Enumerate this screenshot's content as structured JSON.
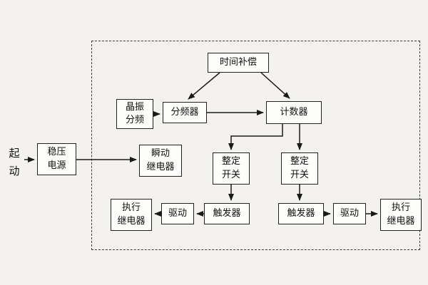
{
  "start_label": {
    "line1": "起",
    "line2": "动"
  },
  "nodes": {
    "power": {
      "line1": "稳压",
      "line2": "电源"
    },
    "time_comp": {
      "label": "时间补偿"
    },
    "crystal": {
      "line1": "晶振",
      "line2": "分频"
    },
    "divider": {
      "label": "分频器"
    },
    "counter": {
      "label": "计数器"
    },
    "instant_relay": {
      "line1": "瞬动",
      "line2": "继电器"
    },
    "setting_switch_left": {
      "line1": "整定",
      "line2": "开关"
    },
    "setting_switch_right": {
      "line1": "整定",
      "line2": "开关"
    },
    "trigger_left": {
      "label": "触发器"
    },
    "trigger_right": {
      "label": "触发器"
    },
    "drive_left": {
      "label": "驱动"
    },
    "drive_right": {
      "label": "驱动"
    },
    "exec_relay_left": {
      "line1": "执行",
      "line2": "继电器"
    },
    "exec_relay_right": {
      "line1": "执行",
      "line2": "继电器"
    }
  },
  "colors": {
    "background": "#f3f2ee",
    "box_fill": "#fdfdfb",
    "line": "#1a1a1a"
  }
}
